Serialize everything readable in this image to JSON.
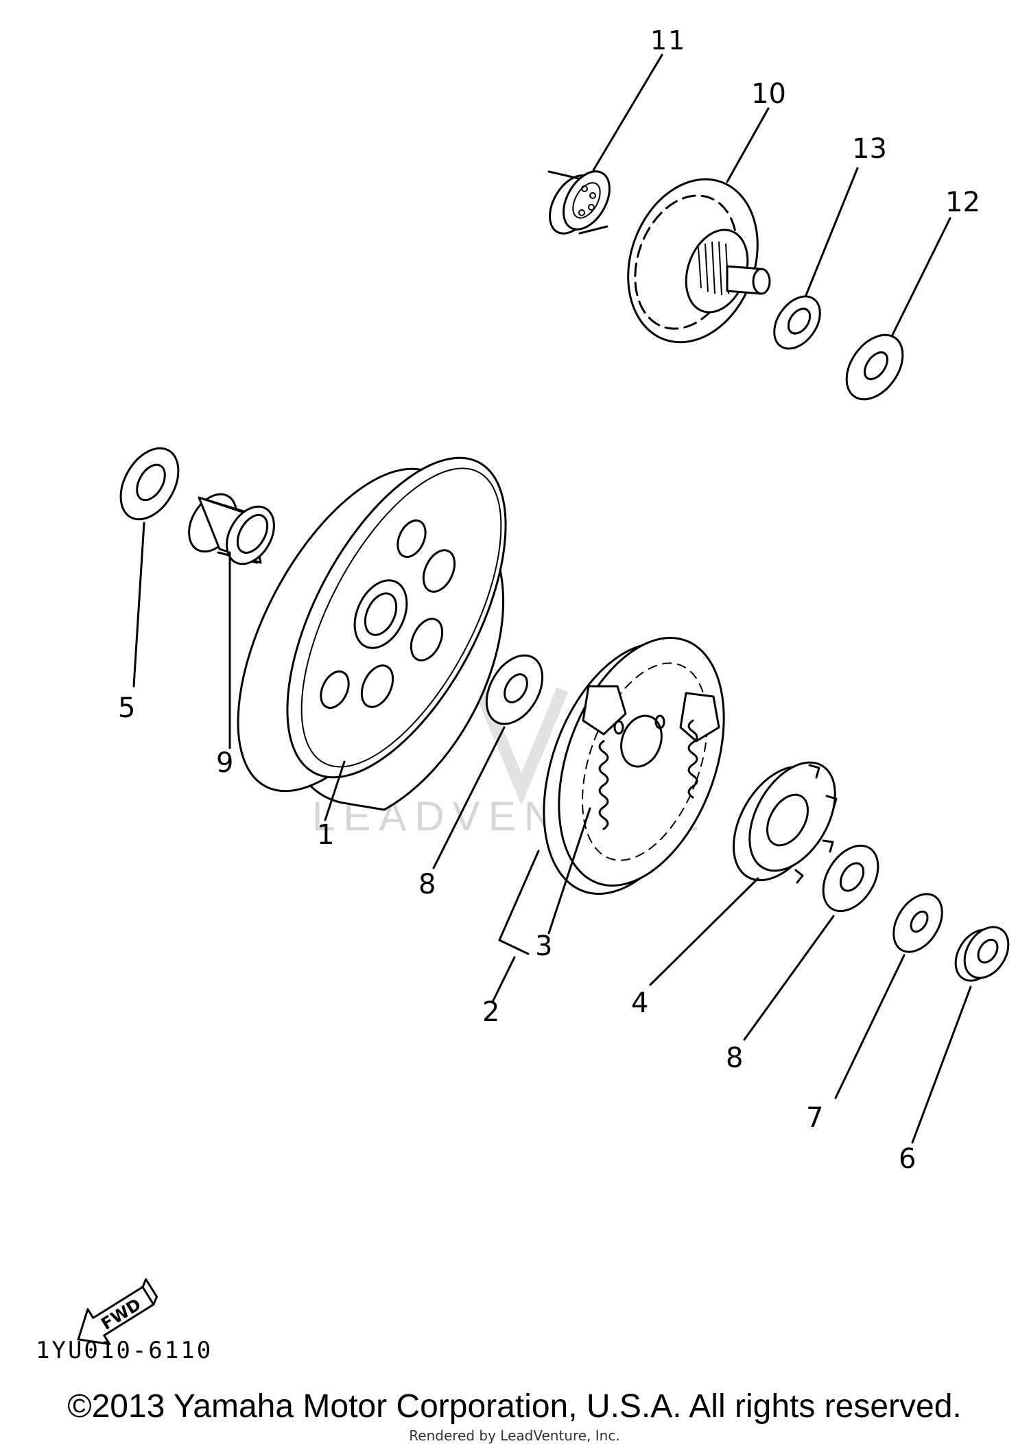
{
  "diagram": {
    "callouts": {
      "p1": "1",
      "p2": "2",
      "p3": "3",
      "p4": "4",
      "p5": "5",
      "p6": "6",
      "p7": "7",
      "p8a": "8",
      "p8b": "8",
      "p9": "9",
      "p10": "10",
      "p11": "11",
      "p12": "12",
      "p13": "13"
    },
    "fwd_label": "FWD",
    "watermark": "LEADVENTURE",
    "diagram_code": "1YU010-6110"
  },
  "footer": {
    "copyright": "©2013 Yamaha Motor Corporation, U.S.A. All rights reserved.",
    "rendered_by": "Rendered by LeadVenture, Inc."
  }
}
